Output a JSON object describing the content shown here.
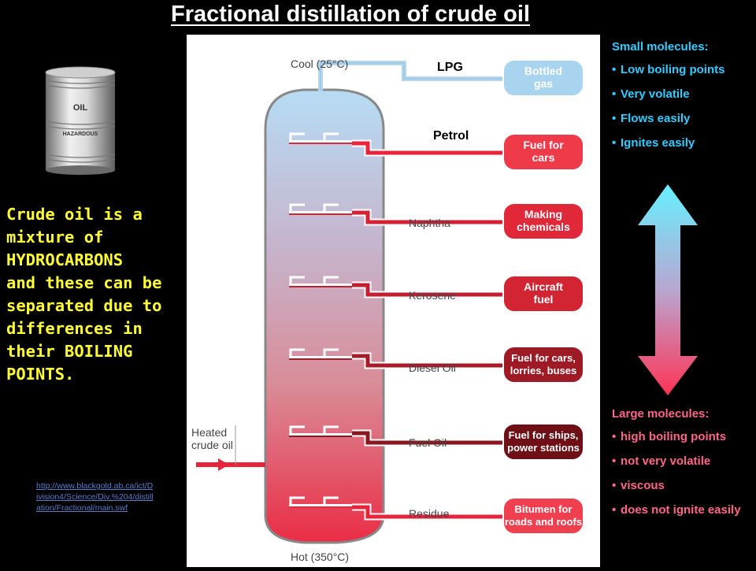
{
  "title": "Fractional distillation of crude oil",
  "barrel": {
    "label_top": "OIL",
    "label_bottom": "HAZARDOUS"
  },
  "intro": {
    "line1": "Crude oil is a",
    "line2": "mixture of",
    "line3": "HYDROCARBONS",
    "line4": "and these can be",
    "line5": "separated due to",
    "line6": "differences in",
    "line7": "their BOILING",
    "line8": "POINTS."
  },
  "source_url": "http://www.blackgold.ab.ca/ict/Division4/Science/Div.%204/distillation/Fractional/main.swf",
  "column": {
    "top_temp": "Cool (25°C)",
    "bottom_temp": "Hot (350°C)",
    "feed_label_1": "Heated",
    "feed_label_2": "crude oil"
  },
  "fractions": [
    {
      "name": "LPG",
      "use_1": "Bottled",
      "use_2": "gas"
    },
    {
      "name": "Petrol",
      "use_1": "Fuel for",
      "use_2": "cars"
    },
    {
      "name": "Naphtha",
      "use_1": "Making",
      "use_2": "chemicals"
    },
    {
      "name": "Kerosene",
      "use_1": "Aircraft",
      "use_2": "fuel"
    },
    {
      "name": "Diesel Oil",
      "use_1": "Fuel for cars,",
      "use_2": "lorries, buses"
    },
    {
      "name": "Fuel Oil",
      "use_1": "Fuel for ships,",
      "use_2": "power stations"
    },
    {
      "name": "Residue",
      "use_1": "Bitumen for",
      "use_2": "roads and roofs"
    }
  ],
  "small_molecules": {
    "heading": "Small molecules:",
    "points": [
      "Low boiling points",
      "Very volatile",
      "Flows easily",
      "Ignites easily"
    ]
  },
  "large_molecules": {
    "heading": "Large molecules:",
    "points": [
      "high boiling points",
      "not very volatile",
      "viscous",
      "does not ignite easily"
    ]
  },
  "colors": {
    "background": "#000000",
    "cool_blue": "#a8d4f0",
    "hot_red": "#e8243a",
    "small_text": "#33ccff",
    "large_text": "#ff6688",
    "intro_text": "#ffff33"
  }
}
